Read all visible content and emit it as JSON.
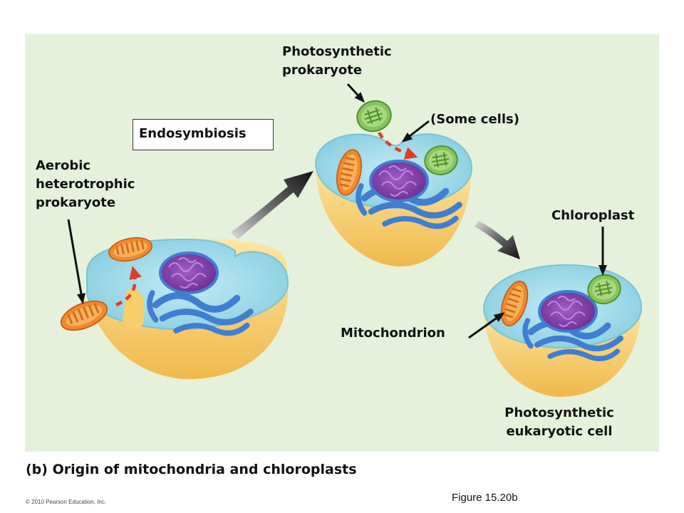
{
  "labels": {
    "photosynthetic_prokaryote": [
      "Photosynthetic",
      "prokaryote"
    ],
    "some_cells": "(Some cells)",
    "endosymbiosis": "Endosymbiosis",
    "aerobic_heterotrophic_prokaryote": [
      "Aerobic",
      "heterotrophic",
      "prokaryote"
    ],
    "chloroplast": "Chloroplast",
    "mitochondrion": "Mitochondrion",
    "photosynthetic_eukaryotic_cell": [
      "Photosynthetic",
      "eukaryotic cell"
    ]
  },
  "caption": "(b) Origin of mitochondria and chloroplasts",
  "figure_number": "Figure 15.20b",
  "copyright": "© 2010 Pearson Education, Inc.",
  "colors": {
    "panel_background": "#e6f1dc",
    "cytoplasm": "#a9e0ec",
    "cell_body": "#f6cf6a",
    "nucleus": "#7e3fa6",
    "endoplasmic_reticulum": "#3f7ed1",
    "mitochondrion": "#f08a2c",
    "chloroplast": "#86c55a",
    "engulf_arrow": "#e23b2e",
    "process_arrow": "#1c1c1c"
  }
}
